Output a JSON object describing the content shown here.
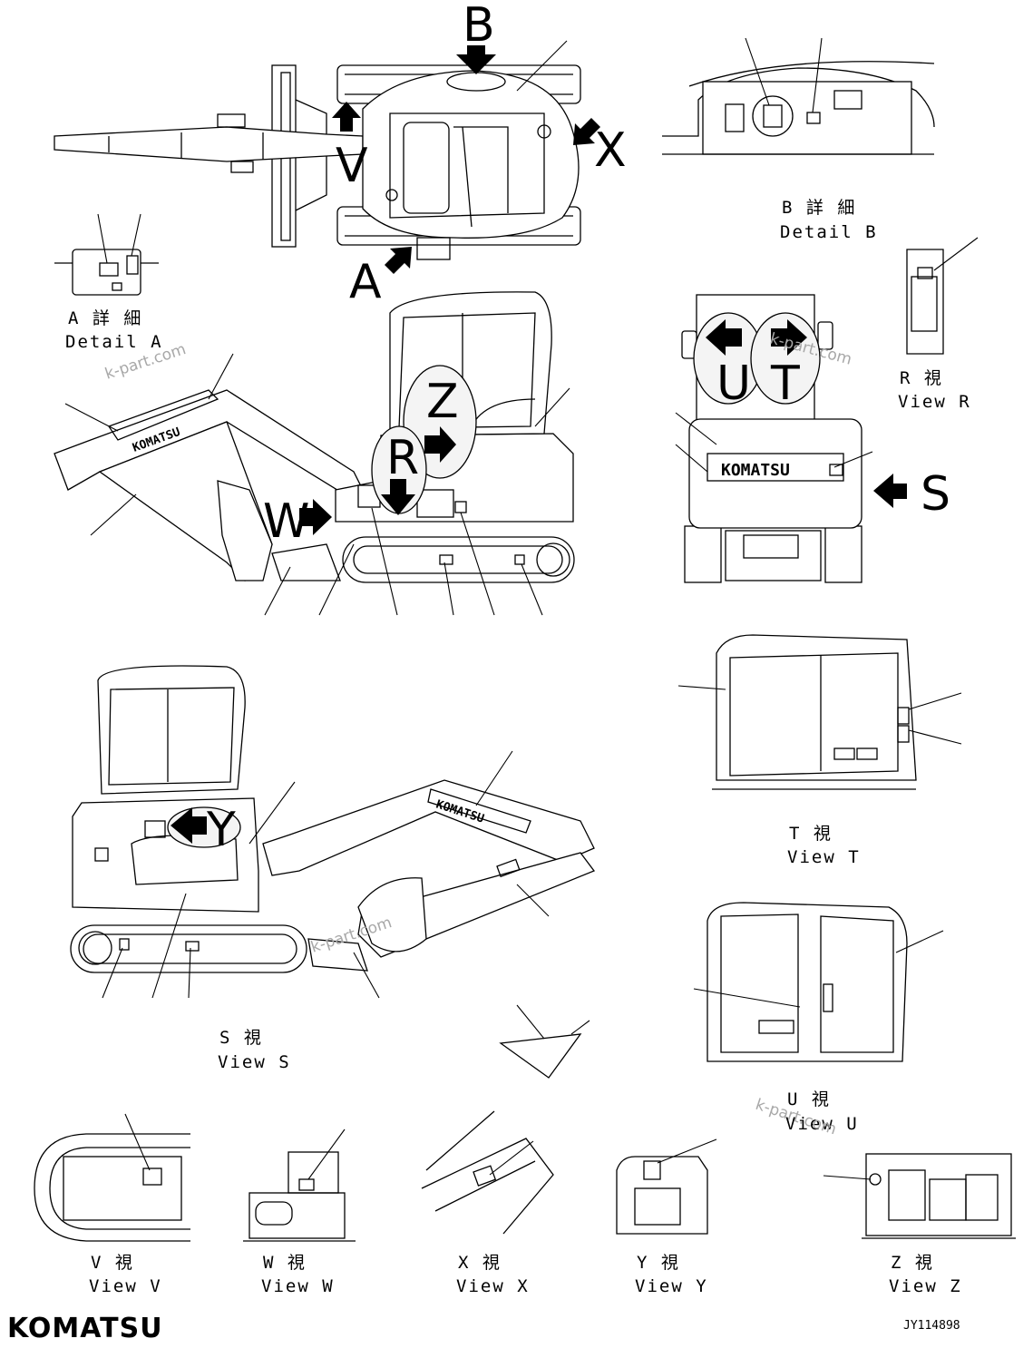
{
  "views": {
    "detail_a": {
      "jp": "A 詳 細",
      "en": "Detail A"
    },
    "detail_b": {
      "jp": "B 詳 細",
      "en": "Detail B"
    },
    "view_r": {
      "jp": "R 視",
      "en": "View R"
    },
    "view_t": {
      "jp": "T 視",
      "en": "View T"
    },
    "view_s": {
      "jp": "S 視",
      "en": "View S"
    },
    "view_u": {
      "jp": "U 視",
      "en": "View U"
    },
    "view_v": {
      "jp": "V 視",
      "en": "View V"
    },
    "view_w": {
      "jp": "W 視",
      "en": "View W"
    },
    "view_x": {
      "jp": "X 視",
      "en": "View X"
    },
    "view_y": {
      "jp": "Y 視",
      "en": "View Y"
    },
    "view_z": {
      "jp": "Z 視",
      "en": "View Z"
    }
  },
  "arrows": {
    "a": "A",
    "b": "B",
    "v": "V",
    "x": "X",
    "z": "Z",
    "r": "R",
    "w": "W",
    "u": "U",
    "t": "T",
    "s": "S",
    "y": "Y"
  },
  "machine_brand": "KOMATSU",
  "brand_logo": "KOMATSU",
  "watermark": "k-part.com",
  "drawing_number": "JY114898"
}
